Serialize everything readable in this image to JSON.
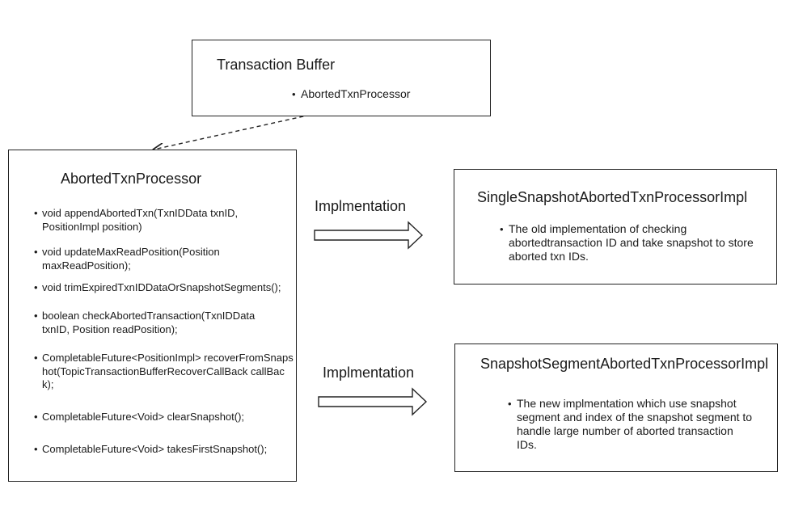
{
  "buffer": {
    "title": "Transaction Buffer",
    "item": "AbortedTxnProcessor"
  },
  "processor": {
    "title": "AbortedTxnProcessor",
    "methods": [
      "void appendAbortedTxn(TxnIDData txnID, PositionImpl position)",
      "void updateMaxReadPosition(Position maxReadPosition);",
      "void trimExpiredTxnIDDataOrSnapshotSegments();",
      "boolean checkAbortedTransaction(TxnIDData txnID, Position readPosition);",
      "CompletableFuture<PositionImpl> recoverFromSnapshot(TopicTransactionBufferRecoverCallBack callBack);",
      "CompletableFuture<Void> clearSnapshot();",
      "CompletableFuture<Void> takesFirstSnapshot();"
    ]
  },
  "single_impl": {
    "title": "SingleSnapshotAbortedTxnProcessorImpl",
    "description": "The old implementation of checking abortedtransaction ID and take snapshot to store aborted txn IDs."
  },
  "segment_impl": {
    "title": "SnapshotSegmentAbortedTxnProcessorImpl",
    "description": "The new implmentation which use snapshot segment and index of the snapshot segment to handle large number of aborted transaction IDs."
  },
  "arrows": {
    "label_top": "Implmentation",
    "label_bottom": "Implmentation"
  }
}
